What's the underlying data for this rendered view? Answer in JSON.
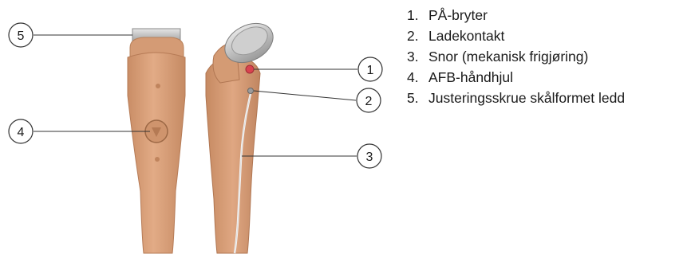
{
  "callouts": [
    {
      "number": "1",
      "label": "PÅ-bryter"
    },
    {
      "number": "2",
      "label": "Ladekontakt"
    },
    {
      "number": "3",
      "label": "Snor (mekanisk frigjøring)"
    },
    {
      "number": "4",
      "label": "AFB-håndhjul"
    },
    {
      "number": "5",
      "label": "Justeringsskrue skålformet ledd"
    }
  ],
  "colors": {
    "prosthesis_skin": "#d9a07a",
    "prosthesis_shadow": "#b87d58",
    "connector_metal": "#bdbdbd",
    "switch_red": "#d9434f",
    "cord": "#f2f2f2",
    "leader_line": "#333333"
  }
}
